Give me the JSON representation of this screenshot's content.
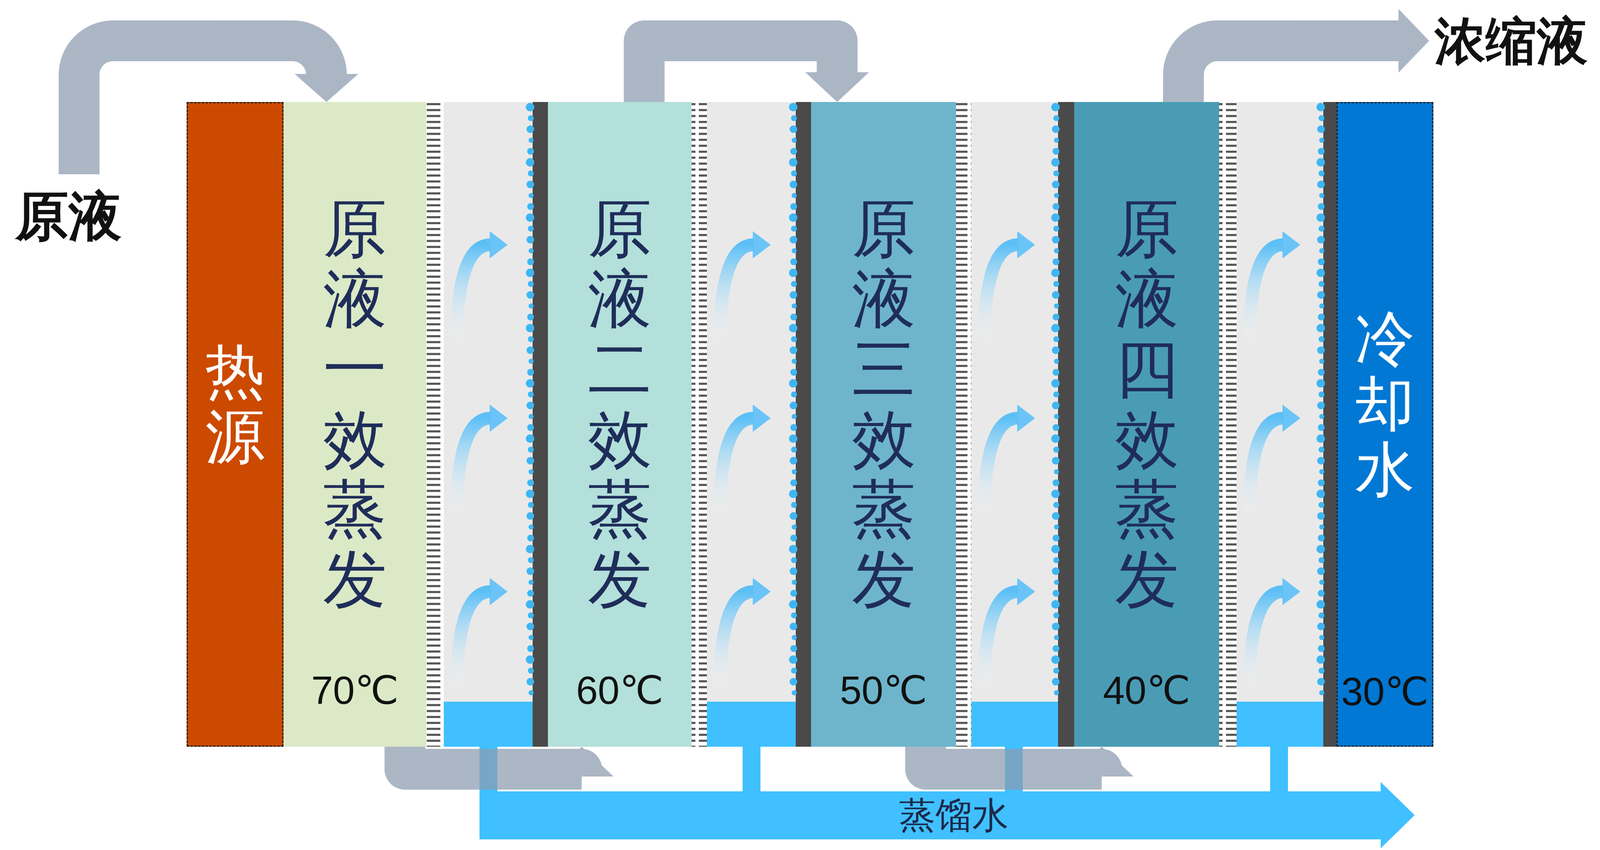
{
  "diagram": {
    "nodes": [
      {
        "text": [
          "热源"
        ]
      },
      {
        "text": [
          "原液一效蒸发",
          "70℃"
        ]
      },
      {
        "text": [
          "原液二效蒸发",
          "60℃"
        ]
      },
      {
        "text": [
          "原液三效蒸发",
          "50℃"
        ]
      },
      {
        "text": [
          "原液四效蒸发",
          "40℃"
        ]
      },
      {
        "text": [
          "冷却水",
          "30℃"
        ]
      },
      {
        "text": [
          "蒸馏水"
        ]
      }
    ],
    "edges": [
      {
        "from": 1,
        "to": 2,
        "arrow": "to"
      },
      {
        "from": 2,
        "to": 3,
        "arrow": "to"
      },
      {
        "from": 3,
        "to": 4,
        "arrow": "to"
      }
    ],
    "labels": [
      "原液",
      "浓缩液"
    ]
  }
}
